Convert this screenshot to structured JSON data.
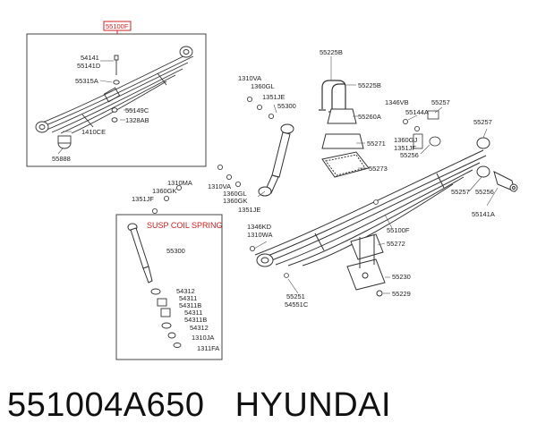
{
  "diagram": {
    "labels": {
      "l_55100F_top": "55100F",
      "l_54141": "54141",
      "l_55141D": "55141D",
      "l_55315A": "55315A",
      "l_55149C": "55149C",
      "l_1328AB": "1328AB",
      "l_1410CE": "1410CE",
      "l_55888": "55888",
      "l_1310VA_a": "1310VA",
      "l_1360GL_a": "1360GL",
      "l_1351JE_a": "1351JE",
      "l_55300_a": "55300",
      "l_55225B_top": "55225B",
      "l_55225B": "55225B",
      "l_55260A": "55260A",
      "l_55271": "55271",
      "l_55273": "55273",
      "l_1346VB": "1346VB",
      "l_55144A": "55144A",
      "l_1360GJ": "1360GJ",
      "l_1351JF_a": "1351JF",
      "l_55256_a": "55256",
      "l_55257_a": "55257",
      "l_55257_b": "55257",
      "l_55257_c": "55257",
      "l_55256_b": "55256",
      "l_55141A": "55141A",
      "l_1310MA": "1310MA",
      "l_1360GK_a": "1360GK",
      "l_1351JF_b": "1351JF",
      "l_1310VA_b": "1310VA",
      "l_1360GL_b": "1360GL",
      "l_1360GK_b": "1360GK",
      "l_1351JE_b": "1351JE",
      "l_1346KD": "1346KD",
      "l_1310WA": "1310WA",
      "l_55100F": "55100F",
      "l_55272": "55272",
      "l_55230": "55230",
      "l_55229": "55229",
      "l_55251": "55251",
      "l_54551C": "54551C",
      "l_susp": "SUSP COIL SPRING",
      "l_55300_b": "55300",
      "l_54312_a": "54312",
      "l_54311_a": "54311",
      "l_54311B_a": "54311B",
      "l_54311_b": "54311",
      "l_54311B_b": "54311B",
      "l_54312_b": "54312",
      "l_1310JA": "1310JA",
      "l_1311FA": "1311FA"
    }
  },
  "footer": {
    "part_number": "551004A650",
    "brand": "HYUNDAI"
  }
}
